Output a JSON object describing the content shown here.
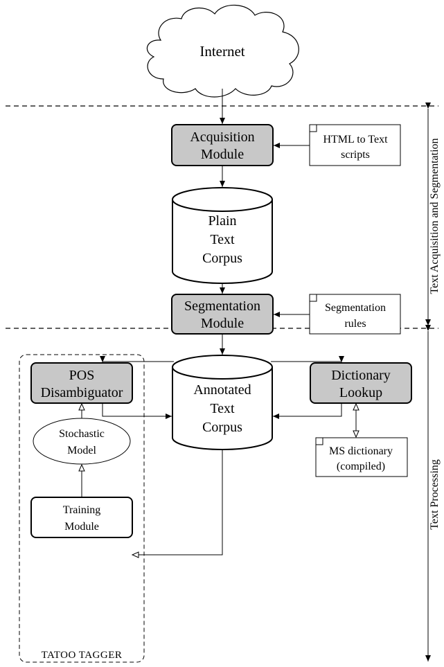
{
  "colors": {
    "module_fill": "#c8c8c8",
    "line": "#000000",
    "background": "#ffffff"
  },
  "nodes": {
    "internet": "Internet",
    "acquisition": [
      "Acquisition",
      "Module"
    ],
    "html_to_text": [
      "HTML to Text",
      "scripts"
    ],
    "plain_corpus": [
      "Plain",
      "Text",
      "Corpus"
    ],
    "segmentation": [
      "Segmentation",
      "Module"
    ],
    "segmentation_rules": [
      "Segmentation",
      "rules"
    ],
    "annotated_corpus": [
      "Annotated",
      "Text",
      "Corpus"
    ],
    "pos": [
      "POS",
      "Disambiguator"
    ],
    "dictionary": [
      "Dictionary",
      "Lookup"
    ],
    "ms_dictionary": [
      "MS dictionary",
      "(compiled)"
    ],
    "stochastic": [
      "Stochastic",
      "Model"
    ],
    "training": [
      "Training",
      "Module"
    ],
    "tagger_group": "TATOO TAGGER"
  },
  "sections": {
    "acquisition": "Text Acquisition and Segmentation",
    "processing": "Text Processing"
  }
}
